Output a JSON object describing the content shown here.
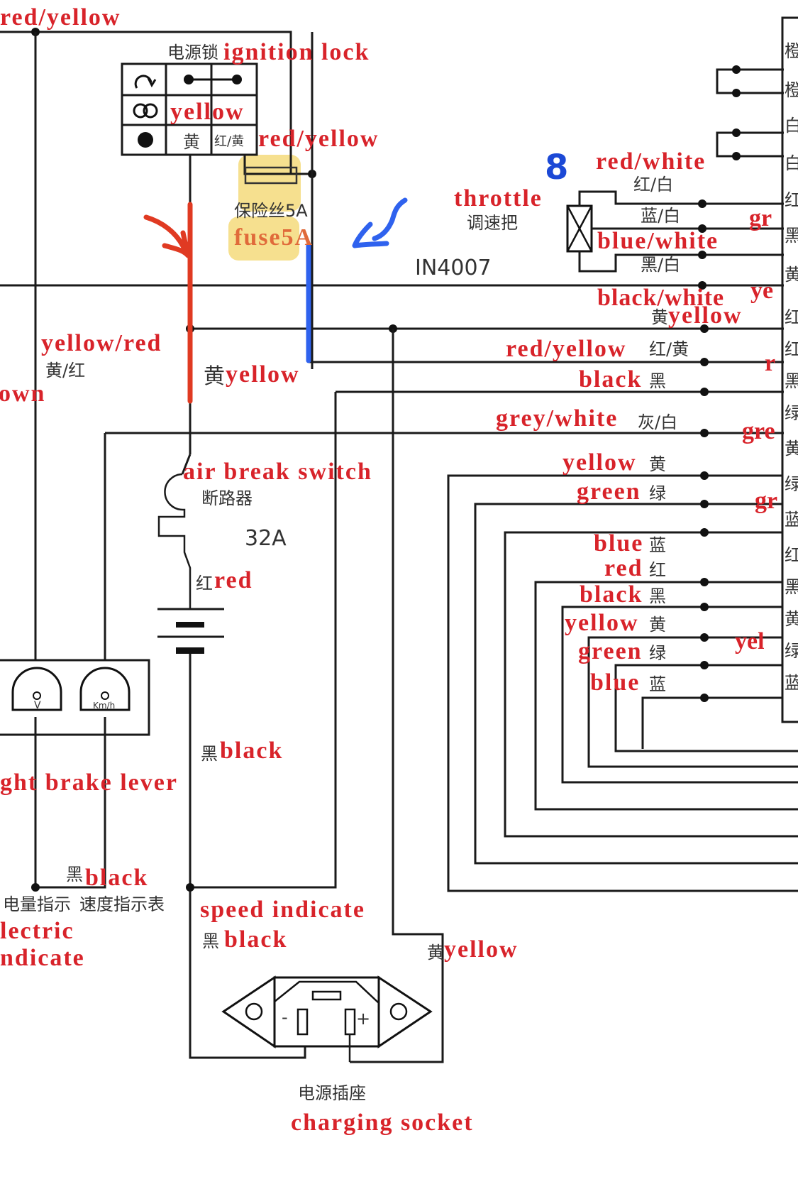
{
  "diagram": {
    "title_labels": {
      "top_left_wire": "red/yellow",
      "ignition_lock_cn": "电源锁",
      "ignition_lock_en": "ignition lock",
      "lock_row2_en": "yellow",
      "lock_row3_cn_a": "黄",
      "lock_row3_cn_b": "红/黄",
      "lock_out_en": "red/yellow",
      "fuse_cn": "保险丝5A",
      "fuse_en": "fuse5A",
      "diode": "IN4007",
      "left_edge_frag": "own",
      "yellow_red_en": "yellow/red",
      "yellow_red_cn": "黄/红",
      "center_yellow_cn": "黄",
      "center_yellow_en": "yellow",
      "air_break_en": "air break switch",
      "air_break_cn": "断路器",
      "air_break_rating": "32A",
      "battery_pos_cn": "红",
      "battery_pos_en": "red",
      "battery_neg_cn": "黑",
      "battery_neg_en": "black",
      "brake_lever_en": "ght brake lever",
      "gauge_v": "V",
      "gauge_kmh": "Km/h",
      "gauge_black_cn": "黑",
      "gauge_black_en": "black",
      "electric_indicate_cn": "电量指示",
      "speed_indicate_cn": "速度指示表",
      "speed_indicate_en": "speed indicate",
      "electric_indicate_en_1": "lectric",
      "electric_indicate_en_2": "ndicate",
      "socket_black_cn": "黑",
      "socket_black_en": "black",
      "socket_yellow_cn": "黄",
      "socket_yellow_en": "yellow",
      "socket_minus": "-",
      "socket_plus": "+",
      "socket_cn": "电源插座",
      "socket_en": "charging socket"
    },
    "throttle": {
      "annotation_number": "8",
      "label_en": "throttle",
      "label_cn": "调速把",
      "wires": [
        {
          "en": "red/white",
          "cn": "红/白"
        },
        {
          "en": "blue/white",
          "cn": "蓝/白"
        },
        {
          "en": "black/white",
          "cn": "黑/白"
        }
      ]
    },
    "controller_wires": [
      {
        "en": "yellow",
        "cn": "黄"
      },
      {
        "en": "red/yellow",
        "cn": "红/黄"
      },
      {
        "en": "black",
        "cn": "黑"
      },
      {
        "en": "grey/white",
        "cn": "灰/白"
      },
      {
        "en": "yellow",
        "cn": "黄"
      },
      {
        "en": "green",
        "cn": "绿"
      },
      {
        "en": "blue",
        "cn": "蓝"
      },
      {
        "en": "red",
        "cn": "红"
      },
      {
        "en": "black",
        "cn": "黑"
      },
      {
        "en": "yellow",
        "cn": "黄"
      },
      {
        "en": "green",
        "cn": "绿"
      },
      {
        "en": "blue",
        "cn": "蓝"
      }
    ],
    "controller_edge_chars": [
      "橙",
      "橙",
      "白",
      "白",
      "红",
      "黑",
      "黄",
      "红",
      "红",
      "黑",
      "绿",
      "黄",
      "绿",
      "蓝",
      "红",
      "黑",
      "黄",
      "绿",
      "蓝"
    ],
    "controller_edge_en_frags": [
      "gr",
      "ye",
      "r",
      "gre",
      "gr",
      "yel"
    ],
    "annotations": {
      "red_arrow_color": "#e03a22",
      "blue_arrow_color": "#2f62ee",
      "fuse_highlight_color": "#f3d56a"
    }
  }
}
